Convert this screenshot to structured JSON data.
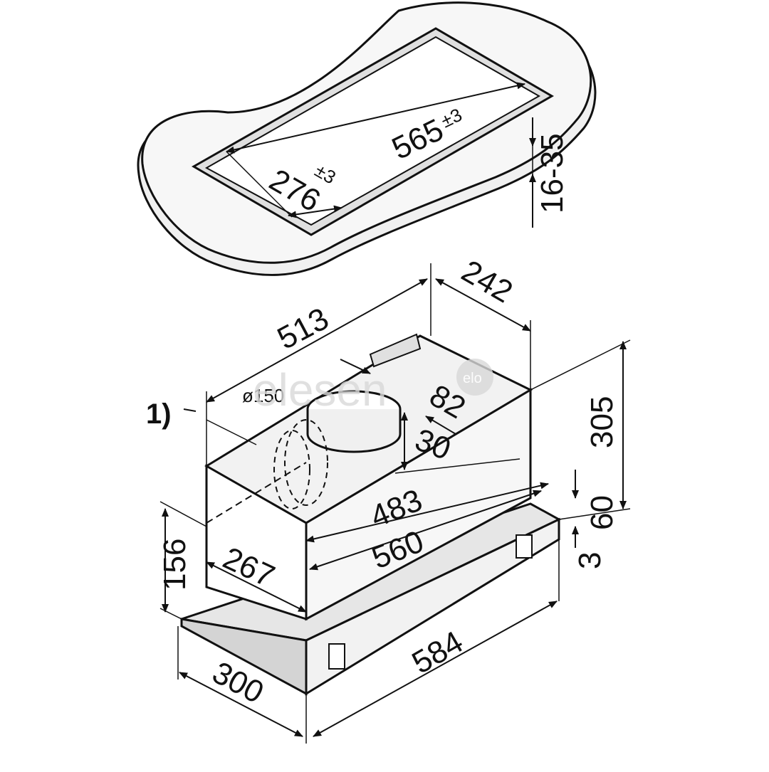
{
  "diagram": {
    "footnote_marker": "1)",
    "colors": {
      "line": "#111111",
      "face_light": "#f2f2f2",
      "face_mid": "#e6e6e6",
      "face_dark": "#d4d4d4",
      "watermark": "#d9d9d9"
    },
    "cutout": {
      "width_label": "276",
      "width_tolerance": "±3",
      "length_label": "565",
      "length_tolerance": "±3",
      "thickness_label": "16-35"
    },
    "unit": {
      "depth_label": "242",
      "length_label": "513",
      "duct_label": "ø150",
      "duct_offset_label": "82",
      "duct_height_label": "30",
      "height_label": "305",
      "frame_height_label": "60",
      "frame_thickness_label": "3",
      "inner_length_label": "483",
      "body_length_label": "560",
      "body_depth_label": "267",
      "side_height_label": "156",
      "frame_length_label": "584",
      "frame_depth_label": "300"
    },
    "watermark": {
      "text": "elesen",
      "logo_text": "elo"
    }
  }
}
